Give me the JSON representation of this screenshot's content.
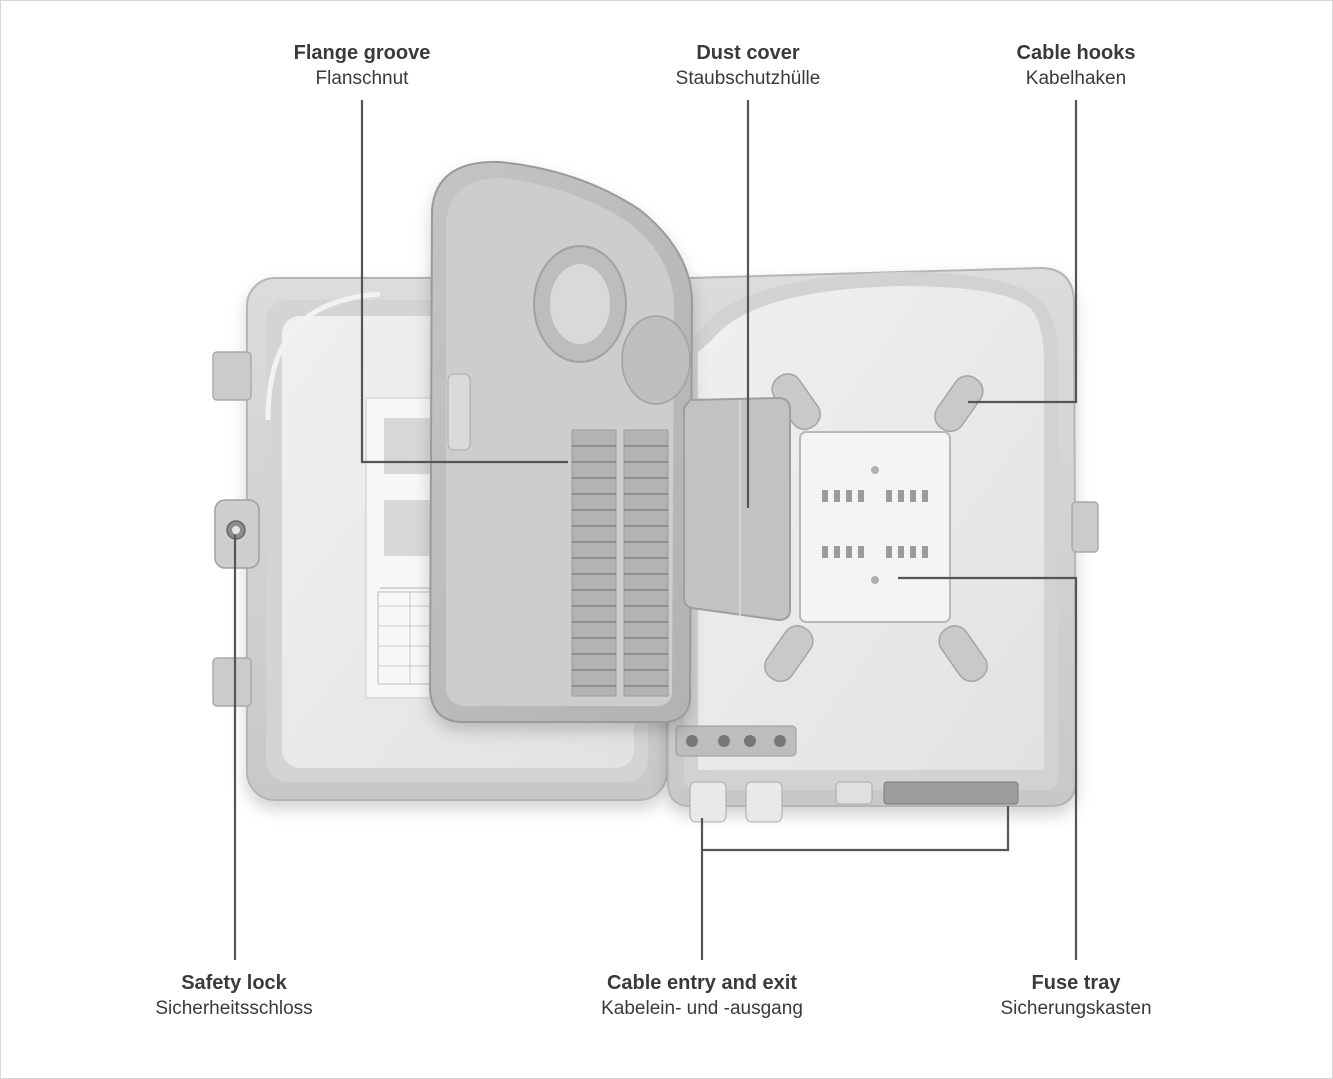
{
  "labels": {
    "flange_groove": {
      "en": "Flange groove",
      "de": "Flanschnut"
    },
    "dust_cover": {
      "en": "Dust cover",
      "de": "Staubschutzhülle"
    },
    "cable_hooks": {
      "en": "Cable hooks",
      "de": "Kabelhaken"
    },
    "safety_lock": {
      "en": "Safety lock",
      "de": "Sicherheitsschloss"
    },
    "cable_entry": {
      "en": "Cable entry and exit",
      "de": "Kabelein- und -ausgang"
    },
    "fuse_tray": {
      "en": "Fuse tray",
      "de": "Sicherungskasten"
    }
  },
  "colors": {
    "leader": "#555555",
    "box_light": "#e6e6e6",
    "box_mid": "#cfcfcf",
    "box_dark": "#a9a9a9"
  }
}
